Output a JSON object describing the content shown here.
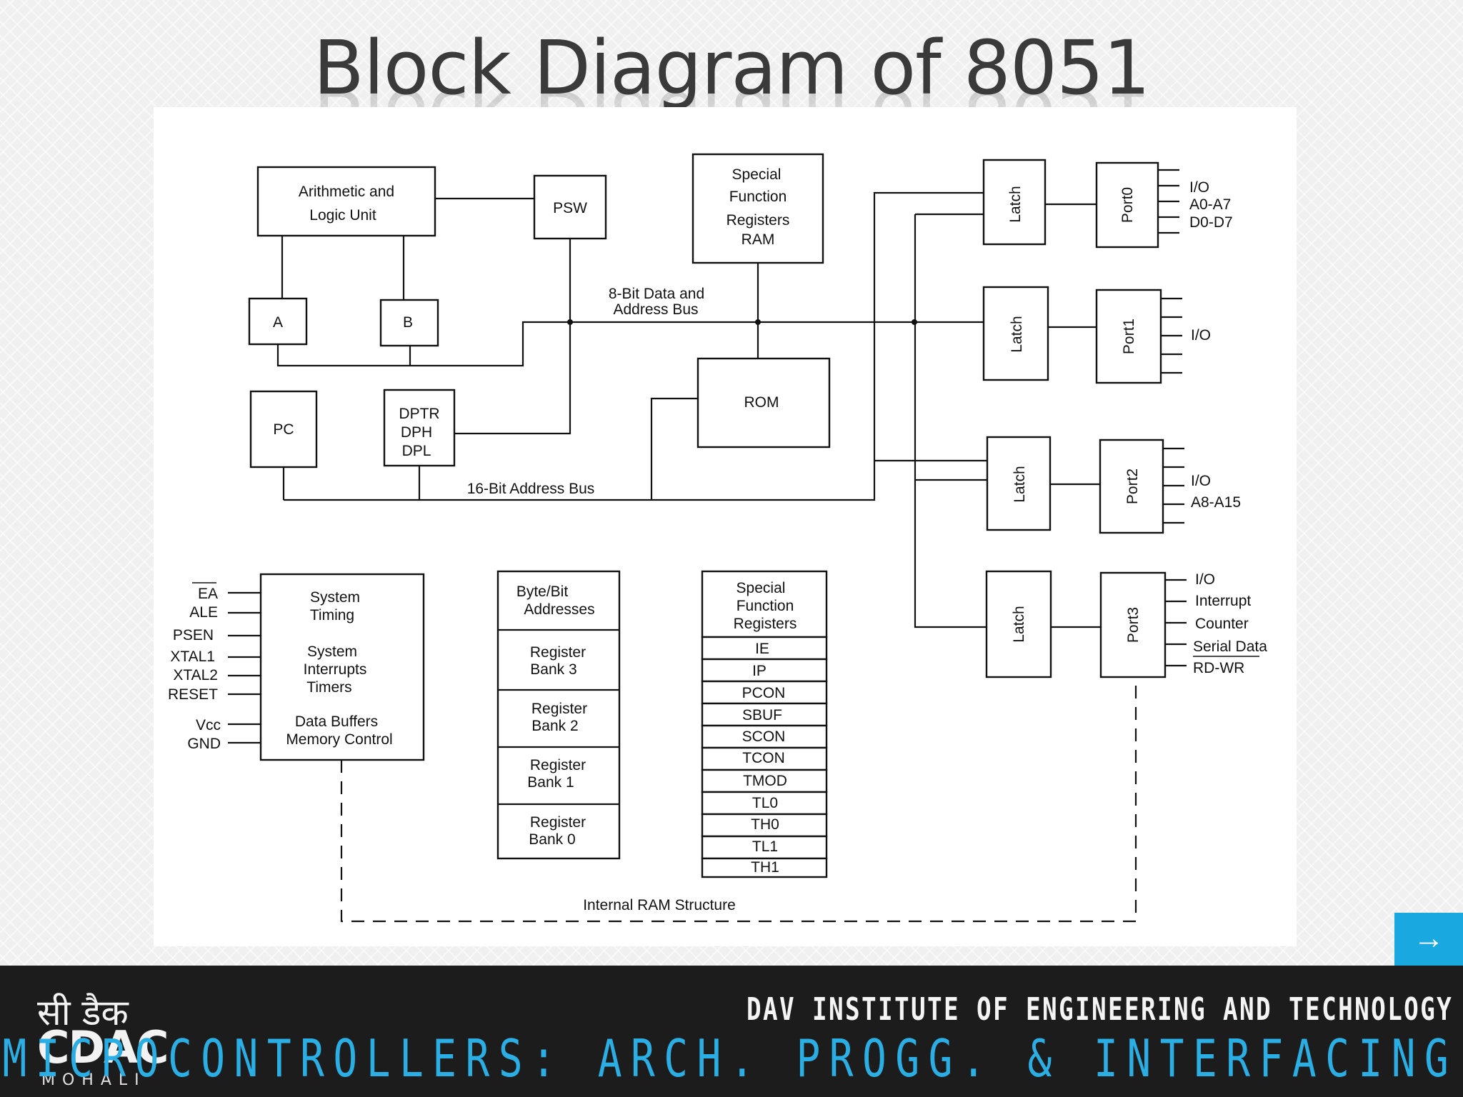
{
  "slide": {
    "title": "Block Diagram of 8051",
    "next_icon": "arrow-right-icon",
    "accent_color": "#19a9e0"
  },
  "diagram": {
    "alu": [
      "Arithmetic and",
      "Logic Unit"
    ],
    "psw": "PSW",
    "sfr_ram": [
      "Special",
      "Function",
      "Registers",
      "RAM"
    ],
    "reg_a": "A",
    "reg_b": "B",
    "data_bus": [
      "8-Bit Data and",
      "Address Bus"
    ],
    "rom": "ROM",
    "pc": "PC",
    "dptr": [
      "DPTR",
      "DPH",
      "DPL"
    ],
    "addr_bus": "16-Bit Address Bus",
    "latch": "Latch",
    "ports": [
      "Port0",
      "Port1",
      "Port2",
      "Port3"
    ],
    "port0_lines": [
      "I/O",
      "A0-A7",
      "D0-D7"
    ],
    "port1_lines": [
      "I/O"
    ],
    "port2_lines": [
      "I/O",
      "A8-A15"
    ],
    "port3_lines": [
      "I/O",
      "Interrupt",
      "Counter",
      "Serial Data",
      "RD-WR"
    ],
    "pins": [
      "EA",
      "ALE",
      "PSEN",
      "XTAL1",
      "XTAL2",
      "RESET",
      "Vcc",
      "GND"
    ],
    "system_block": [
      "System",
      "Timing",
      "System",
      "Interrupts",
      "Timers",
      "Data Buffers",
      "Memory Control"
    ],
    "ram_column": [
      "Byte/Bit",
      "Addresses",
      "Register",
      "Bank 3",
      "Register",
      "Bank 2",
      "Register",
      "Bank 1",
      "Register",
      "Bank 0"
    ],
    "sfr_header": [
      "Special",
      "Function",
      "Registers"
    ],
    "sfr_list": [
      "IE",
      "IP",
      "PCON",
      "SBUF",
      "SCON",
      "TCON",
      "TMOD",
      "TL0",
      "TH0",
      "TL1",
      "TH1"
    ],
    "ram_caption": "Internal RAM Structure"
  },
  "footer": {
    "logo_hindi": "सी डैक",
    "logo_main": "CDAC",
    "logo_sub": "MOHALI",
    "institute": "DAV INSTITUTE OF ENGINEERING AND TECHNOLOGY",
    "course": "MICROCONTROLLERS: ARCH. PROGG. & INTERFACING"
  }
}
